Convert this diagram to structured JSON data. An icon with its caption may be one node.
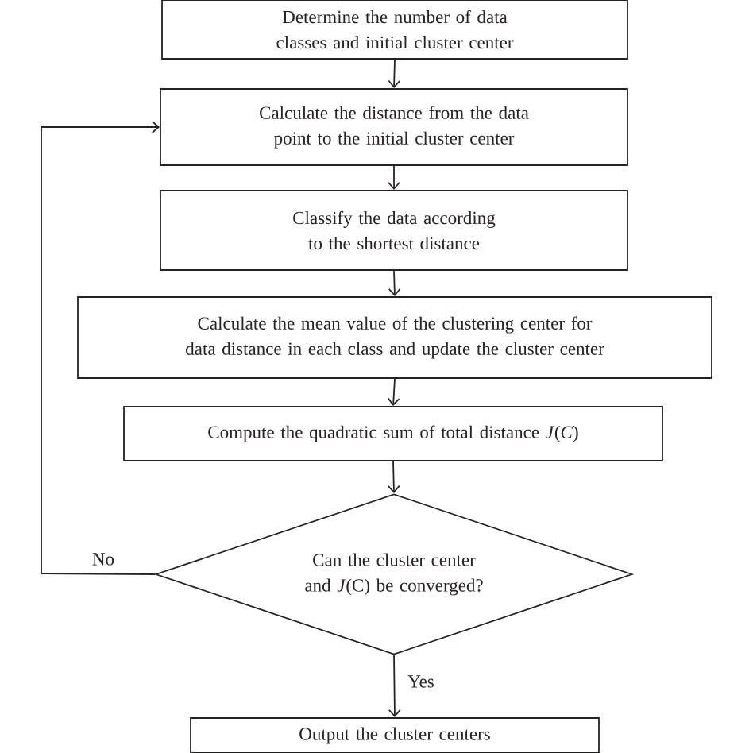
{
  "diagram": {
    "nodes": [
      {
        "text": [
          "Determine the number of data classes and initial cluster center"
        ]
      },
      {
        "text": [
          "Calculate the distance from the data point to the initial cluster center"
        ]
      },
      {
        "text": [
          "Classify the data according to the shortest distance"
        ]
      },
      {
        "text": [
          "Calculate the mean value of the clustering center for data distance in each class and update the cluster center"
        ]
      },
      {
        "text": [
          "Compute the quadratic sum of total distance *J*(*C*)"
        ]
      },
      {
        "text": [
          "Can the cluster center and *J*(C) be converged?"
        ]
      },
      {
        "text": [
          "Output the cluster centers"
        ]
      }
    ],
    "edges": [
      {
        "from": 0,
        "to": 1,
        "arrow": "to"
      },
      {
        "from": 1,
        "to": 2,
        "arrow": "to"
      },
      {
        "from": 2,
        "to": 3,
        "arrow": "to"
      },
      {
        "from": 3,
        "to": 4,
        "arrow": "to"
      },
      {
        "from": 4,
        "to": 5,
        "arrow": "to"
      },
      {
        "from": 5,
        "to": 1,
        "arrow": "to",
        "label": "No"
      },
      {
        "from": 5,
        "to": 6,
        "arrow": "to",
        "label": "Yes"
      }
    ]
  }
}
